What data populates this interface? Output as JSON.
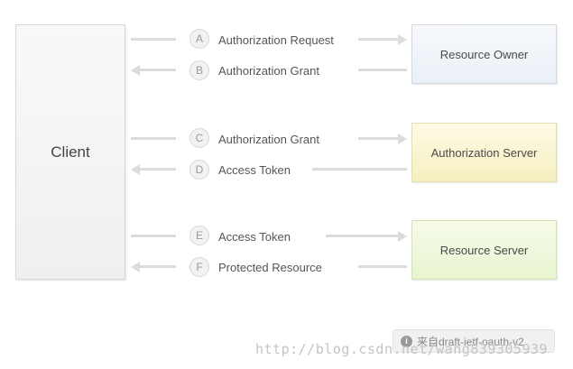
{
  "boxes": {
    "client": "Client",
    "resource_owner": "Resource Owner",
    "authorization_server": "Authorization Server",
    "resource_server": "Resource Server"
  },
  "steps": [
    {
      "letter": "A",
      "label": "Authorization Request",
      "direction": "right"
    },
    {
      "letter": "B",
      "label": "Authorization Grant",
      "direction": "left"
    },
    {
      "letter": "C",
      "label": "Authorization Grant",
      "direction": "right"
    },
    {
      "letter": "D",
      "label": "Access Token",
      "direction": "left"
    },
    {
      "letter": "E",
      "label": "Access Token",
      "direction": "right"
    },
    {
      "letter": "F",
      "label": "Protected Resource",
      "direction": "left"
    }
  ],
  "watermark": {
    "badge_text": "来自draft-ietf-oauth-v2",
    "url": "http://blog.csdn.net/wang839305939"
  }
}
